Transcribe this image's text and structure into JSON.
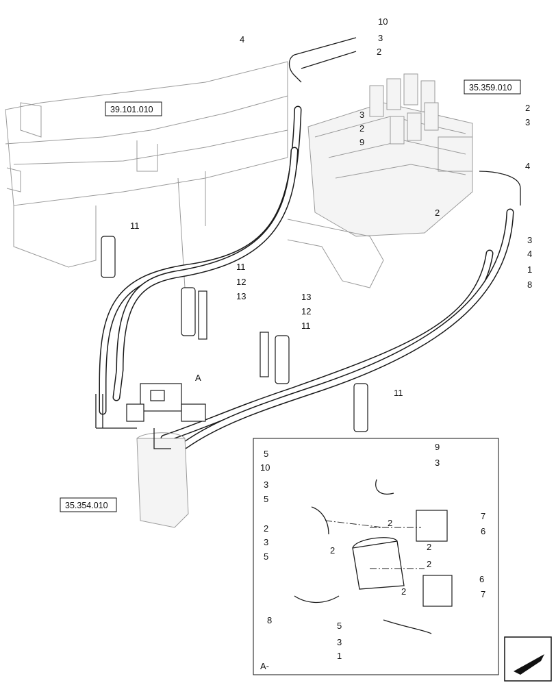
{
  "references": {
    "valve_block": "35.359.010",
    "frame": "39.101.010",
    "steering_unit": "35.354.010"
  },
  "view_label": "A",
  "detail_label": "A-",
  "callouts": {
    "c1": "1",
    "c2": "2",
    "c3": "3",
    "c4": "4",
    "c5": "5",
    "c6": "6",
    "c7": "7",
    "c8": "8",
    "c9": "9",
    "c10": "10",
    "c11": "11",
    "c12": "12",
    "c13": "13"
  },
  "icons": {
    "nav": "previous-page-arrow-icon"
  }
}
